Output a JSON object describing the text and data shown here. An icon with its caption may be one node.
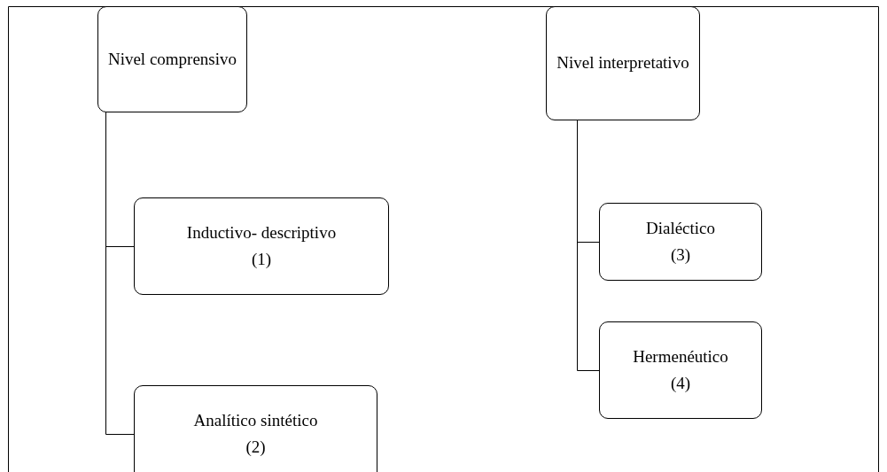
{
  "diagram": {
    "nodes": [
      {
        "text": [
          "Nivel comprensivo"
        ]
      },
      {
        "text": [
          "Inductivo- descriptivo",
          "(1)"
        ]
      },
      {
        "text": [
          "Analítico sintético",
          "(2)"
        ]
      },
      {
        "text": [
          "Nivel interpretativo"
        ]
      },
      {
        "text": [
          "Dialéctico",
          "(3)"
        ]
      },
      {
        "text": [
          "Hermenéutico",
          "(4)"
        ]
      }
    ],
    "edges": [
      {
        "from": 0,
        "to": 1,
        "arrow": "none"
      },
      {
        "from": 0,
        "to": 2,
        "arrow": "none"
      },
      {
        "from": 3,
        "to": 4,
        "arrow": "none"
      },
      {
        "from": 3,
        "to": 5,
        "arrow": "none"
      }
    ]
  }
}
